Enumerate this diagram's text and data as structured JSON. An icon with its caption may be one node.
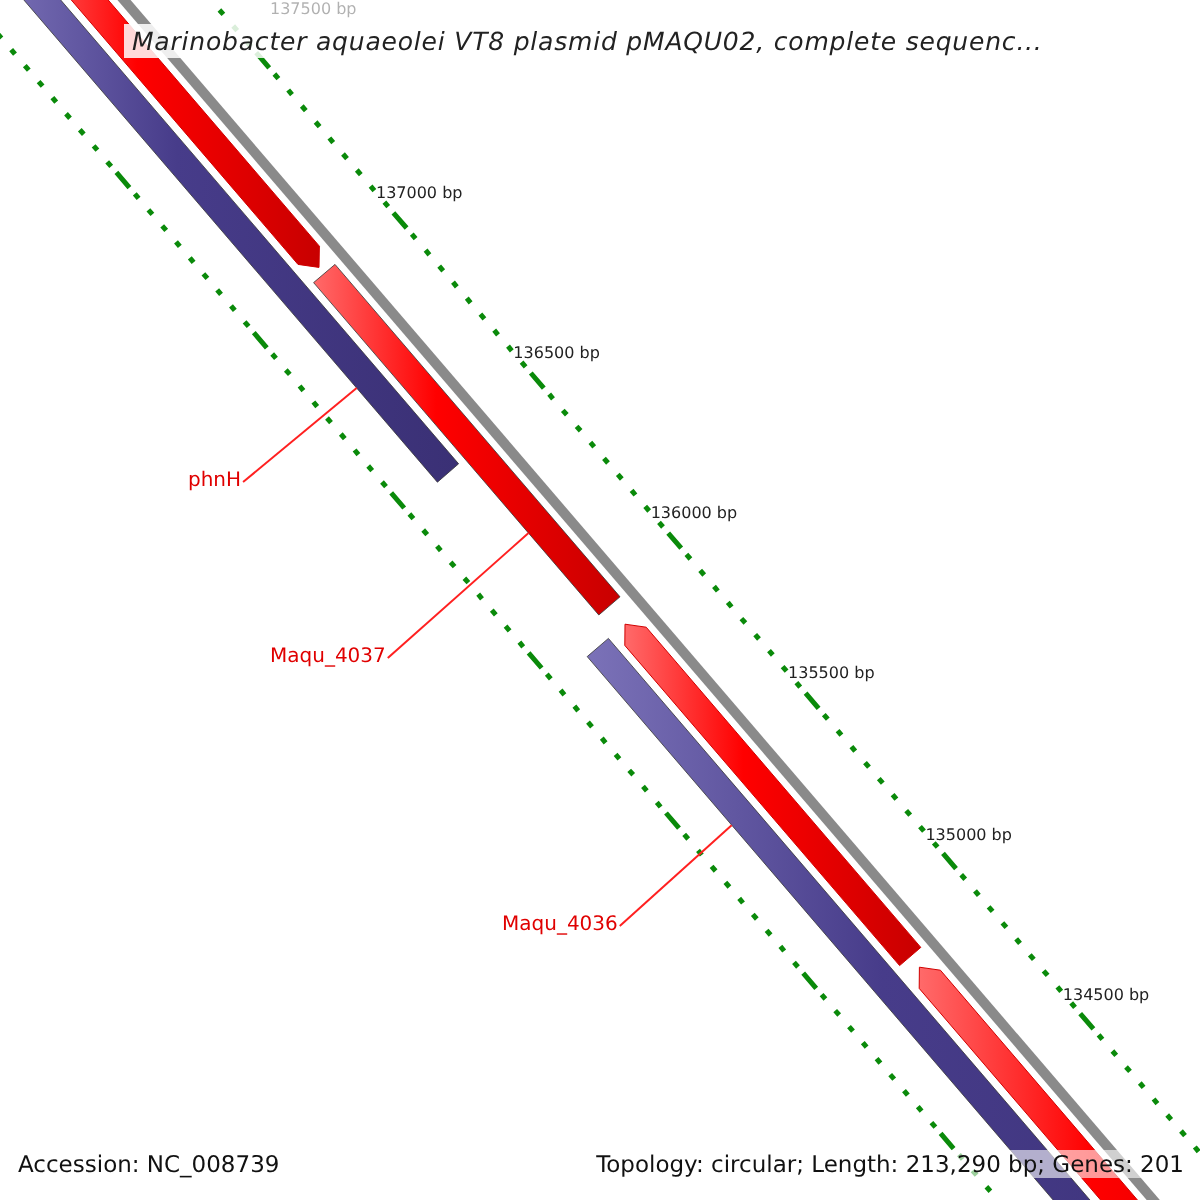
{
  "diagram": {
    "title": "Marinobacter aquaeolei VT8 plasmid pMAQU02, complete sequenc...",
    "nodes": [
      {
        "text": [
          "phnH"
        ]
      },
      {
        "text": [
          "Maqu_4037"
        ]
      },
      {
        "text": [
          "Maqu_4036"
        ]
      },
      {
        "text": [],
        "shape": "bar"
      },
      {
        "text": [],
        "shape": "bar"
      },
      {
        "text": [],
        "shape": "bar"
      }
    ],
    "edges": [
      {
        "from": 0,
        "to": 3,
        "arrow": "none"
      },
      {
        "from": 1,
        "to": 4,
        "arrow": "none"
      },
      {
        "from": 2,
        "to": 5,
        "arrow": "none"
      }
    ],
    "labels": [
      "137500 bp",
      "137000 bp",
      "136500 bp",
      "136000 bp",
      "135500 bp",
      "135000 bp",
      "134500 bp",
      "Accession: NC_008739",
      "Topology: circular; Length: 213,290 bp; Genes: 201"
    ]
  }
}
